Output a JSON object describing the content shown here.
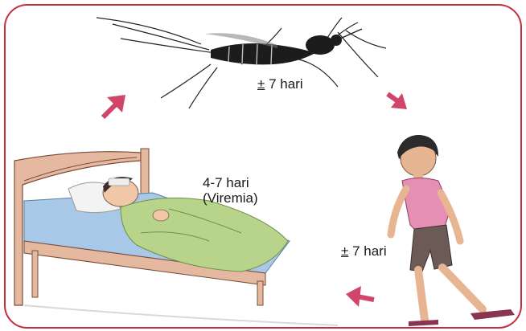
{
  "diagram": {
    "stages": [
      {
        "id": "mosquito",
        "pm": "±",
        "text": "7 hari"
      },
      {
        "id": "sick-person",
        "line1": "4-7 hari",
        "line2": "(Viremia)"
      },
      {
        "id": "healthy-child",
        "pm": "±",
        "text": "7 hari"
      }
    ]
  },
  "colors": {
    "frame": "#c0303c",
    "arrow": "#d2456a",
    "shirt": "#e58fb4",
    "shorts": "#6b5a55",
    "blanket": "#b7d48a",
    "sheet": "#a8c8e8",
    "bed": "#e4b9a0"
  }
}
